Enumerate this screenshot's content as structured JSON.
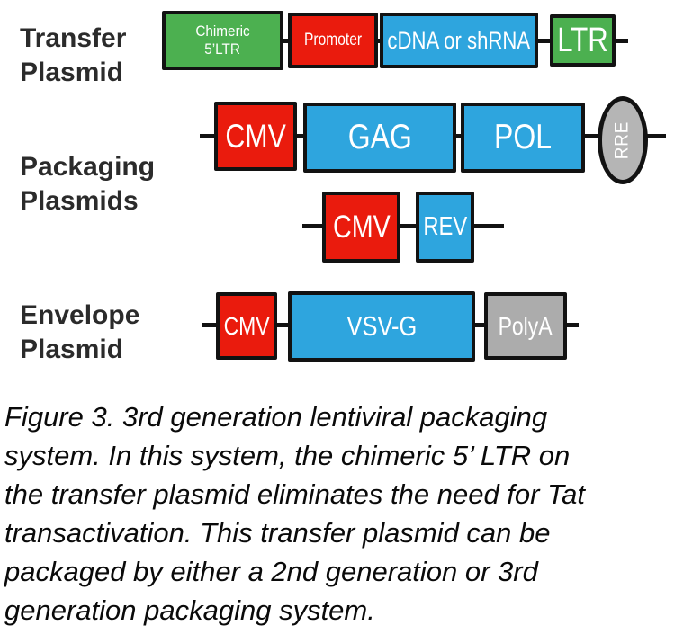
{
  "colors": {
    "green": "#4cb050",
    "red": "#ea1b0d",
    "blue": "#2ea5de",
    "gray_box": "#acacac",
    "gray_ellipse": "#b5b5b5",
    "outline": "#121212"
  },
  "labels": {
    "transfer": {
      "line1": "Transfer",
      "line2": "Plasmid"
    },
    "packaging": {
      "line1": "Packaging",
      "line2": "Plasmids"
    },
    "envelope": {
      "line1": "Envelope",
      "line2": "Plasmid"
    }
  },
  "transfer_row": {
    "chimeric_ltr": {
      "line1": "Chimeric",
      "line2": "5’LTR"
    },
    "promoter": "Promoter",
    "cdna": "cDNA or shRNA",
    "ltr": "LTR"
  },
  "packaging_row1": {
    "cmv": "CMV",
    "gag": "GAG",
    "pol": "POL",
    "rre": "RRE"
  },
  "packaging_row2": {
    "cmv": "CMV",
    "rev": "REV"
  },
  "envelope_row": {
    "cmv": "CMV",
    "vsvg": "VSV-G",
    "polya": "PolyA"
  },
  "caption": {
    "lines": [
      "Figure 3. 3rd generation lentiviral packaging",
      "system. In this system, the chimeric 5’ LTR on",
      "the transfer plasmid eliminates the need for Tat",
      "transactivation. This transfer plasmid can be",
      "packaged by either a 2nd generation or 3rd",
      "generation packaging system."
    ]
  }
}
